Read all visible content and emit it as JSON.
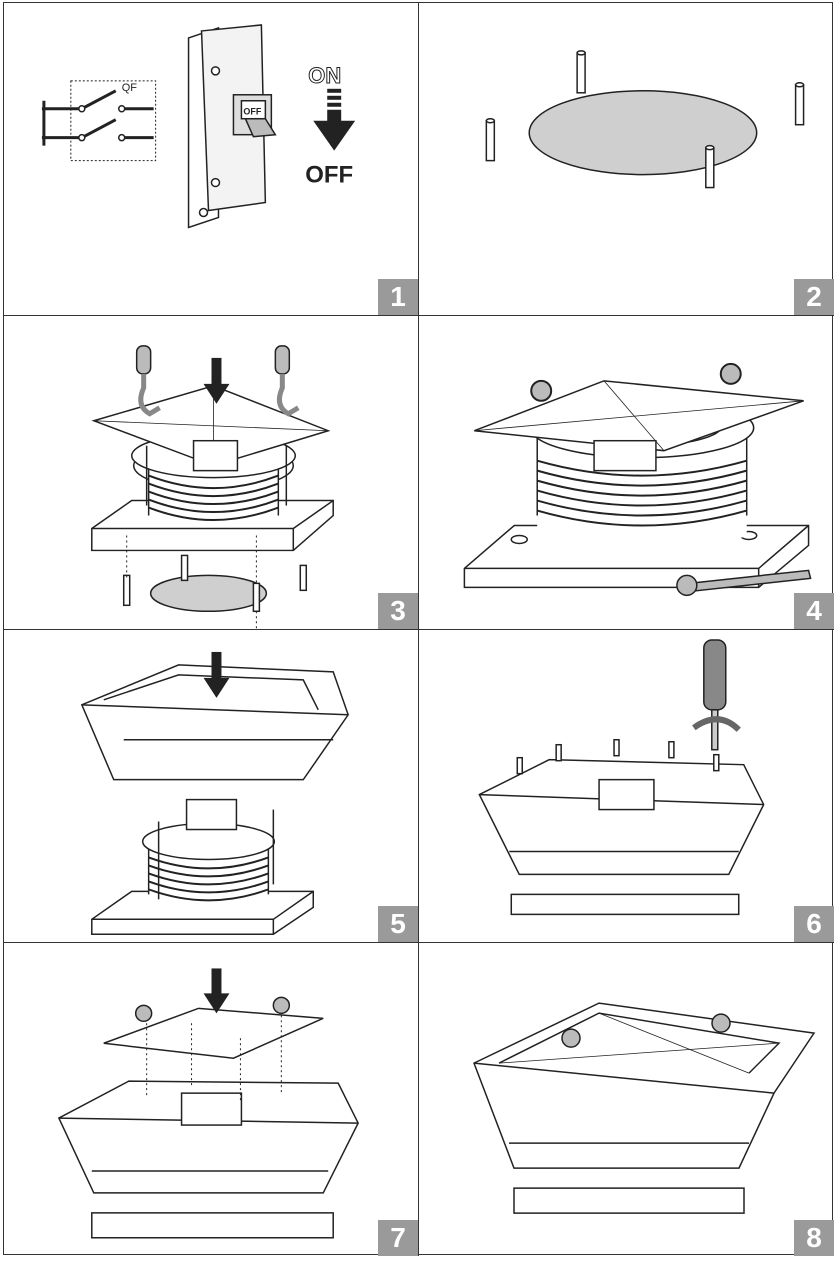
{
  "steps": [
    {
      "number": "1",
      "switch_label": "QF",
      "breaker_label": "OFF",
      "state_on": "ON",
      "state_off": "OFF"
    },
    {
      "number": "2"
    },
    {
      "number": "3"
    },
    {
      "number": "4"
    },
    {
      "number": "5"
    },
    {
      "number": "6"
    },
    {
      "number": "7"
    },
    {
      "number": "8"
    }
  ],
  "colors": {
    "line": "#222222",
    "fill_gray": "#cfcfcf",
    "dark_gray": "#6e6e6e",
    "badge": "#9a9a9a"
  }
}
